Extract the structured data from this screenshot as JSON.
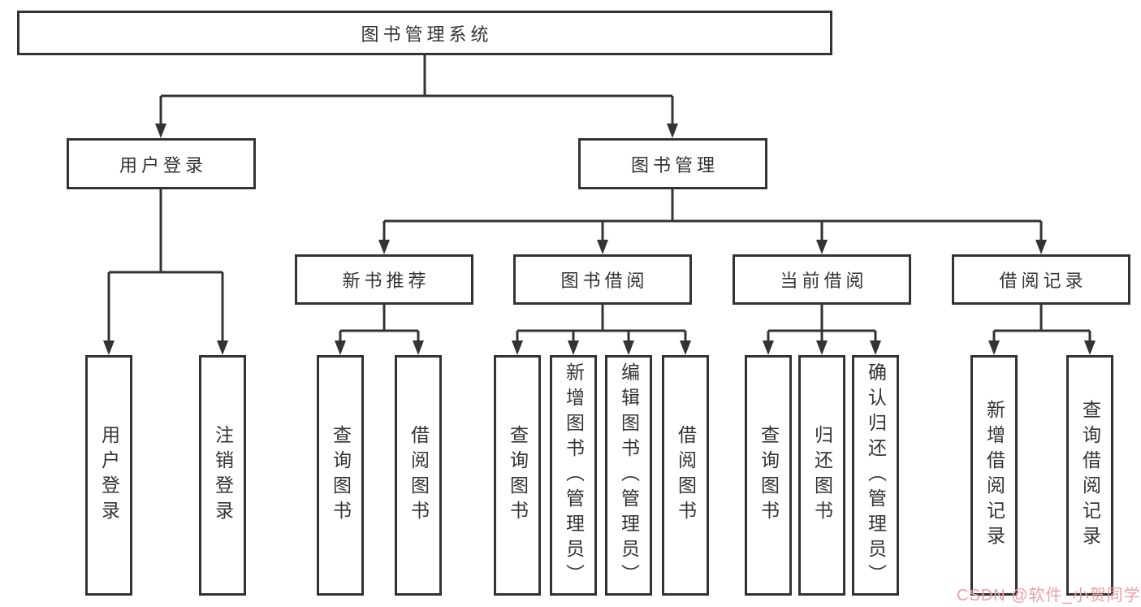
{
  "colors": {
    "line": "#333333",
    "text": "#333333",
    "box_background": "#ffffff",
    "watermark": "#efa0a0"
  },
  "tree": {
    "root": "图书管理系统",
    "branches": [
      {
        "label": "用户登录",
        "children": [
          "用户登录",
          "注销登录"
        ]
      },
      {
        "label": "图书管理",
        "children": [
          {
            "label": "新书推荐",
            "children": [
              "查询图书",
              "借阅图书"
            ]
          },
          {
            "label": "图书借阅",
            "children": [
              "查询图书",
              "新增图书（管理员）",
              "编辑图书（管理员）",
              "借阅图书"
            ]
          },
          {
            "label": "当前借阅",
            "children": [
              "查询图书",
              "归还图书",
              "确认归还（管理员）"
            ]
          },
          {
            "label": "借阅记录",
            "children": [
              "新增借阅记录",
              "查询借阅记录"
            ]
          }
        ]
      }
    ]
  },
  "watermark": "CSDN @软件_小贺同学"
}
